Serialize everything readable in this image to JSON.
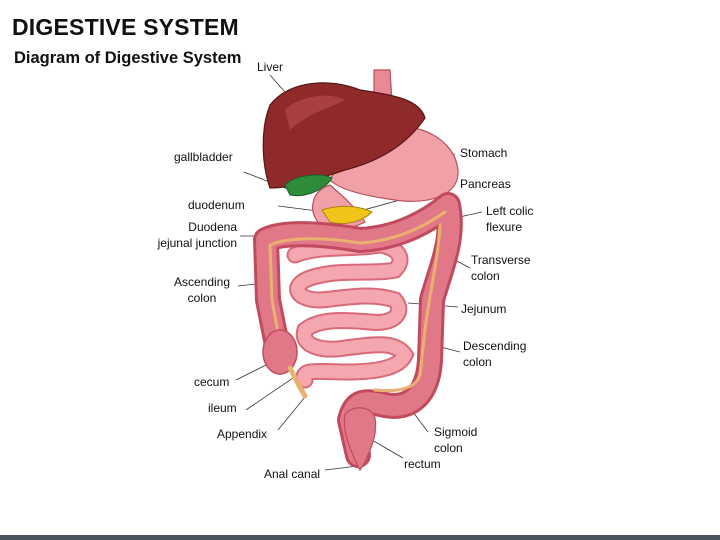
{
  "title": "DIGESTIVE SYSTEM",
  "subtitle": "Diagram of Digestive System",
  "labels": {
    "liver": "Liver",
    "gallbladder": "gallbladder",
    "stomach": "Stomach",
    "pancreas": "Pancreas",
    "duodenum": "duodenum",
    "duodena_line1": "Duodena",
    "duodena_line2": "jejunal junction",
    "left_colic_line1": "Left colic",
    "left_colic_line2": "flexure",
    "transverse_line1": "Transverse",
    "transverse_line2": "colon",
    "ascending_line1": "Ascending",
    "ascending_line2": "colon",
    "jejunum": "Jejunum",
    "descending_line1": "Descending",
    "descending_line2": "colon",
    "cecum": "cecum",
    "ileum": "ileum",
    "appendix": "Appendix",
    "sigmoid_line1": "Sigmoid",
    "sigmoid_line2": "colon",
    "rectum": "rectum",
    "anal_canal": "Anal canal"
  },
  "colors": {
    "liver": "#8e2a2a",
    "gallbladder": "#2e8b3a",
    "stomach": "#f2a0a8",
    "pancreas": "#f0c419",
    "colon": "#e07888",
    "small_intestine": "#f5a7b0",
    "appendix_tube": "#e9b070",
    "esophagus": "#e78a95",
    "leader_line": "#333333"
  }
}
